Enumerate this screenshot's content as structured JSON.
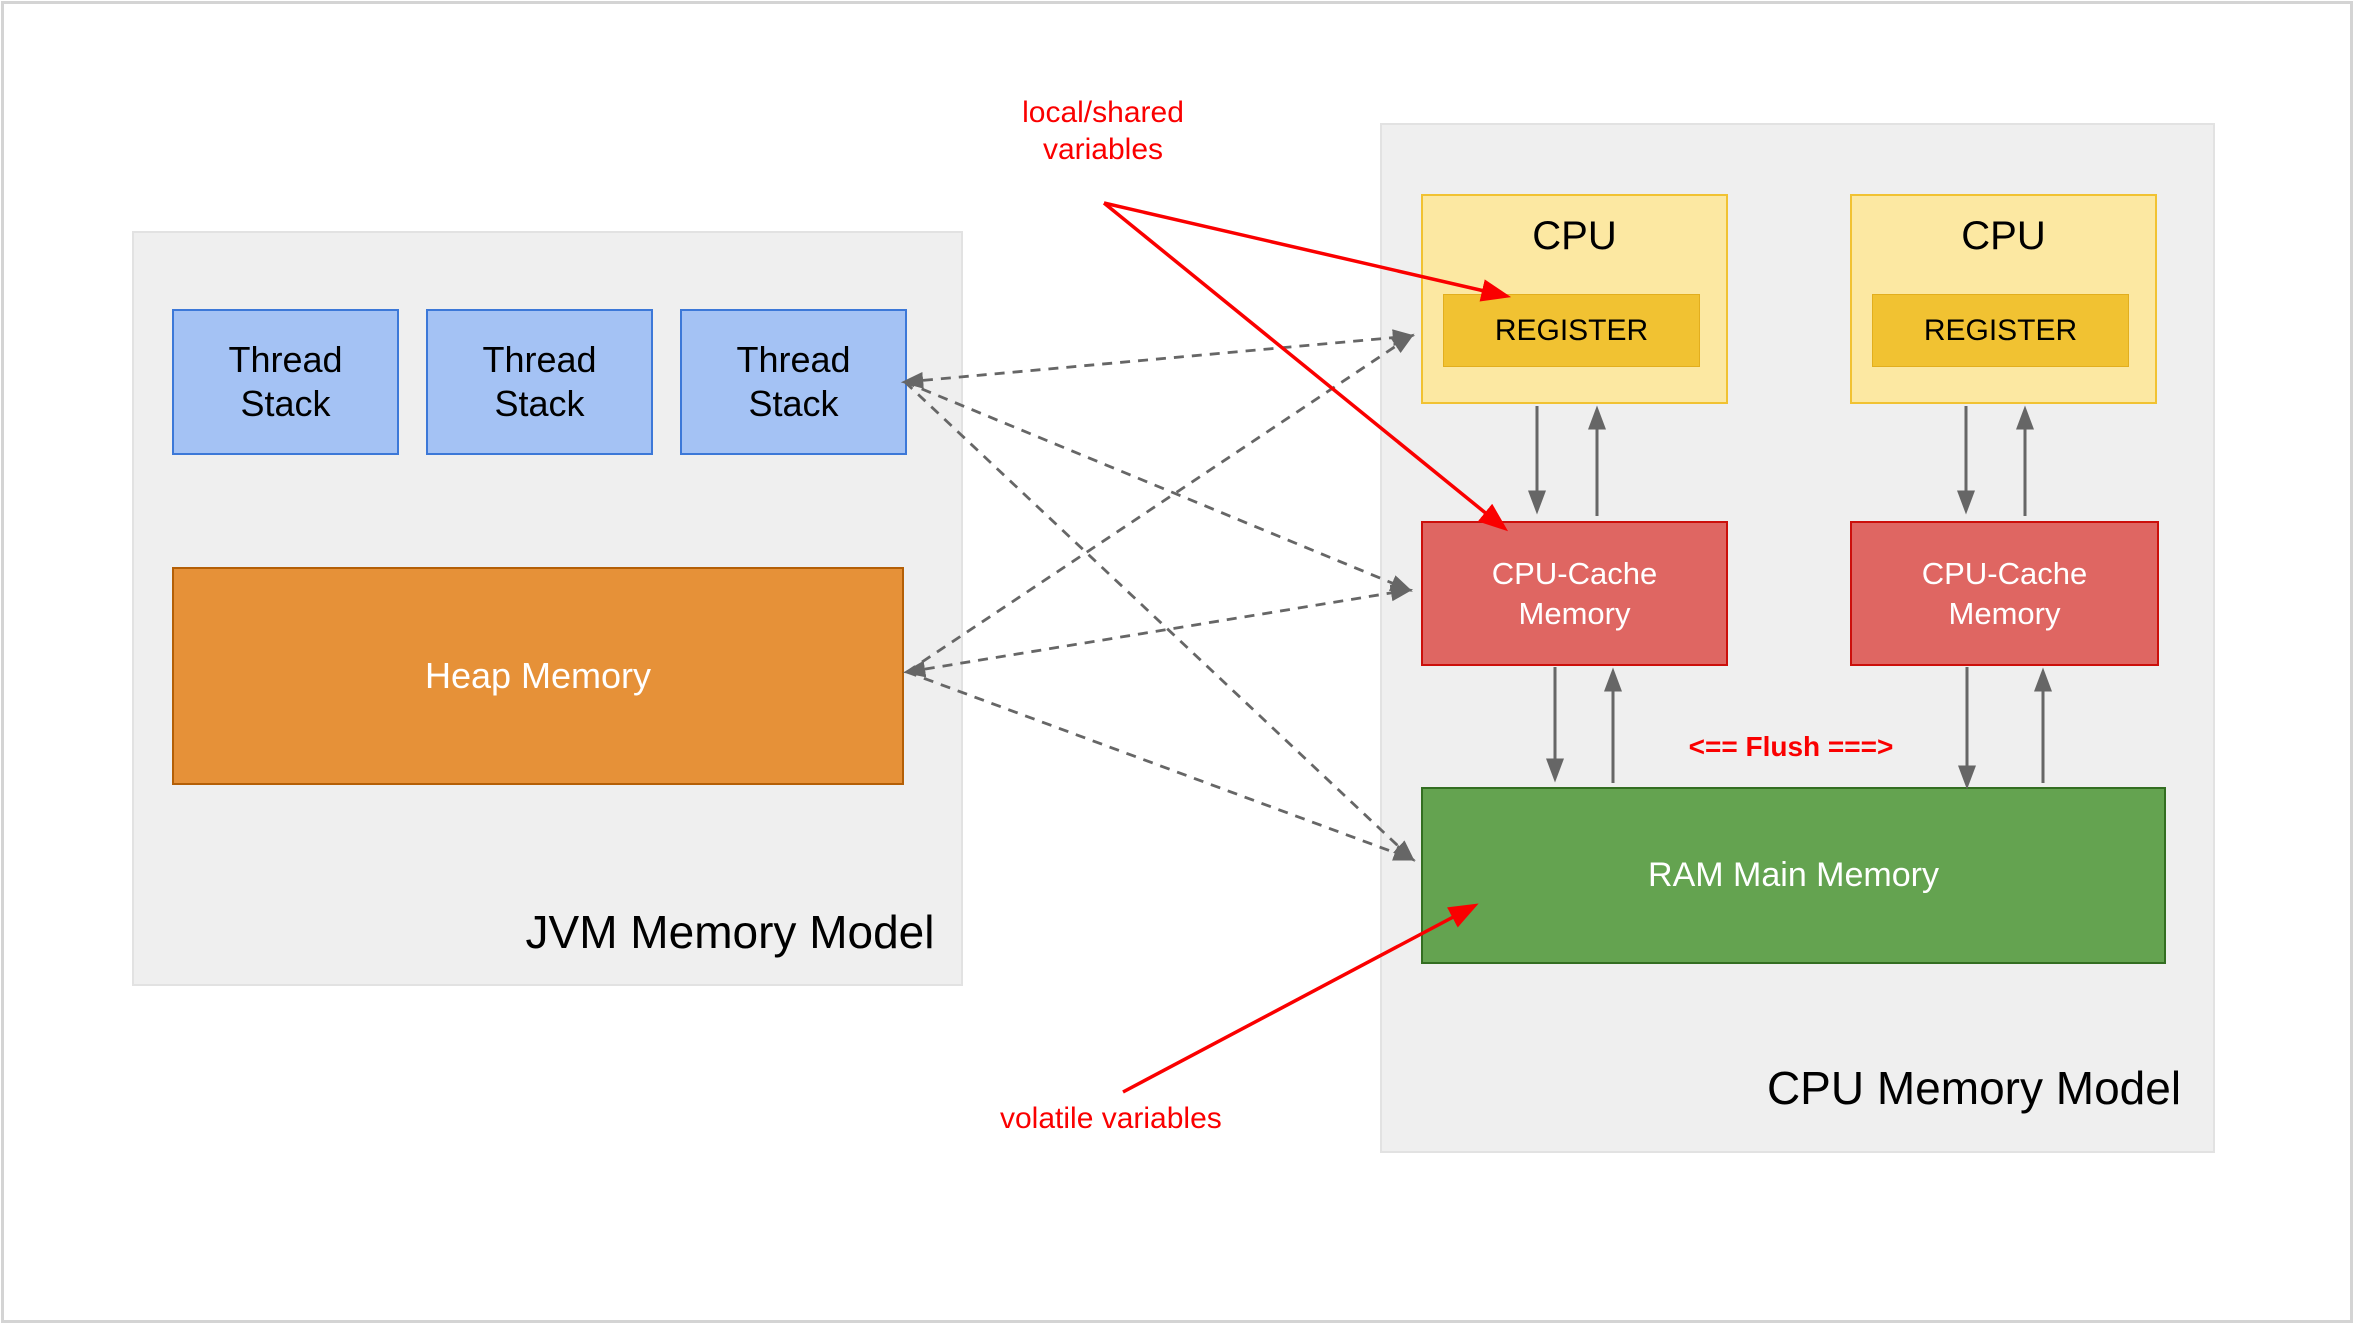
{
  "jvm_panel": {
    "title": "JVM Memory Model",
    "thread_stack_labels": [
      "Thread Stack",
      "Thread Stack",
      "Thread Stack"
    ],
    "heap_label": "Heap Memory"
  },
  "cpu_panel": {
    "title": "CPU Memory Model",
    "flush_label": "<== Flush ===>",
    "ram_label": "RAM Main Memory",
    "cpus": [
      {
        "label": "CPU",
        "register_label": "REGISTER",
        "cache_line1": "CPU-Cache",
        "cache_line2": "Memory"
      },
      {
        "label": "CPU",
        "register_label": "REGISTER",
        "cache_line1": "CPU-Cache",
        "cache_line2": "Memory"
      }
    ]
  },
  "annotations": {
    "local_shared_line1": "local/shared",
    "local_shared_line2": "variables",
    "volatile_label": "volatile variables"
  },
  "colors": {
    "panel_bg": "#efefef",
    "panel_border": "#e2e2e2",
    "canvas_border": "#d4d4d4",
    "thread_fill": "#a4c2f4",
    "thread_border": "#3c78d8",
    "heap_fill": "#e69138",
    "heap_border": "#b45f06",
    "cpu_fill": "#fce8a2",
    "cpu_border": "#f1c232",
    "register_fill": "#f1c232",
    "register_border": "#e2ae1e",
    "cache_fill": "#df6662",
    "cache_border": "#cc0f0b",
    "ram_fill": "#64a350",
    "ram_border": "#336e21",
    "arrow_gray": "#666666",
    "annotation_red": "#fa0000",
    "text_black": "#000000",
    "text_white": "#ffffff"
  }
}
